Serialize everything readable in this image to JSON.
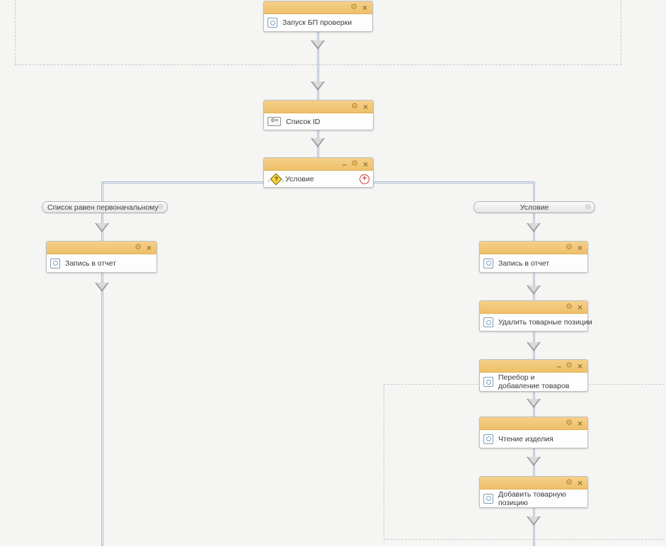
{
  "icons": {
    "gear": "⚙",
    "close": "×",
    "minimize": "–",
    "add": "+",
    "question": "?",
    "arrow_down": "↓",
    "variables_glyph": "⚙≡"
  },
  "colors": {
    "background": "#f5f5f4",
    "node_header": "#f2c878",
    "node_border": "#bfbfbf",
    "gear_icon": "#b5862c",
    "close_icon": "#96783f",
    "connector": "#b0bdd1",
    "arrow_fill": "#d9d9d9",
    "arrow_border": "#9b9b9b",
    "dashed_border": "#c9c9c9",
    "add_button": "#c2453c",
    "condition_diamond": "#f9d73c",
    "activity_icon_border": "#7f9db9"
  },
  "nodes": {
    "start": {
      "label": "Запуск БП проверки"
    },
    "list_id": {
      "label": "Список ID"
    },
    "condition": {
      "label": "Условие"
    },
    "report_left": {
      "label": "Запись в отчет"
    },
    "report_right": {
      "label": "Запись в отчет"
    },
    "delete_items": {
      "label": "Удалить товарные позиции"
    },
    "loop_add": {
      "label": "Перебор и добавление товаров"
    },
    "read_product": {
      "label": "Чтение изделия"
    },
    "add_item": {
      "label": "Добавить товарную позицию"
    }
  },
  "branches": {
    "left": {
      "label": "Список равен первоначальному"
    },
    "right": {
      "label": "Условие"
    }
  }
}
